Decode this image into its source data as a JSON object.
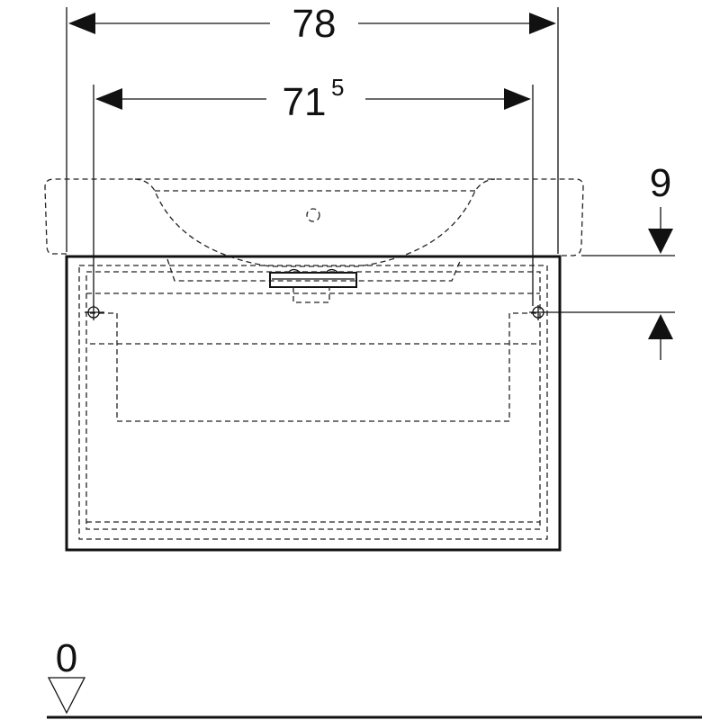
{
  "dimensions": {
    "overall_width": "78",
    "fixing_width_main": "71",
    "fixing_width_sup": "5",
    "washbasin_offset": "9",
    "floor_level": "0"
  }
}
